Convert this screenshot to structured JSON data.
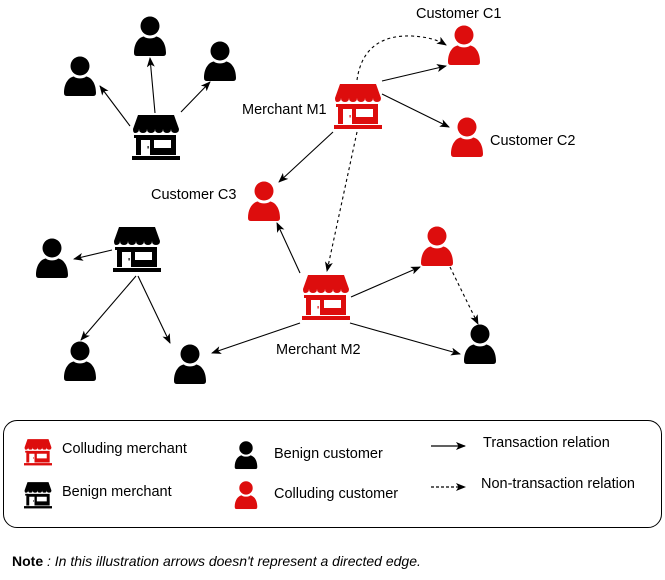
{
  "colors": {
    "colluding": "#dd0d0d",
    "benign": "#000000",
    "edge": "#000000"
  },
  "nodes": {
    "merchant_m1": {
      "label": "Merchant M1",
      "type": "colluding-merchant"
    },
    "merchant_m2": {
      "label": "Merchant M2",
      "type": "colluding-merchant"
    },
    "customer_c1": {
      "label": "Customer C1",
      "type": "colluding-customer"
    },
    "customer_c2": {
      "label": "Customer C2",
      "type": "colluding-customer"
    },
    "customer_c3": {
      "label": "Customer C3",
      "type": "colluding-customer"
    }
  },
  "legend": {
    "colluding_merchant": "Colluding merchant",
    "benign_merchant": "Benign merchant",
    "benign_customer": "Benign customer",
    "colluding_customer": "Colluding customer",
    "transaction_relation": "Transaction relation",
    "non_transaction_relation": "Non-transaction relation"
  },
  "note": {
    "label": "Note",
    "text": " : In this illustration arrows doesn't represent a directed edge."
  }
}
